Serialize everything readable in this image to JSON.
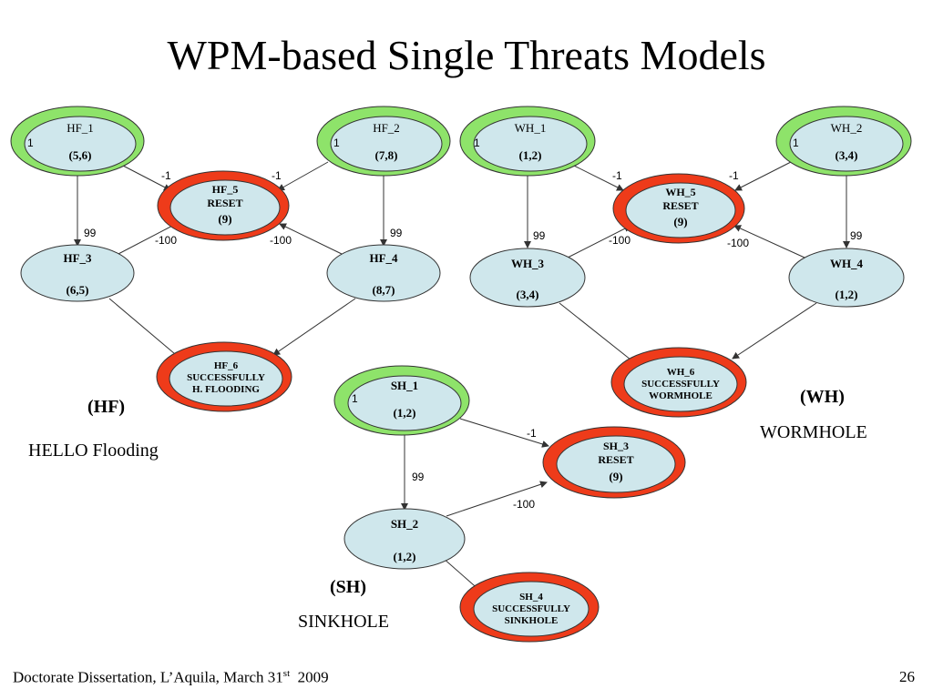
{
  "title": "WPM-based Single Threats Models",
  "colors": {
    "node_fill": "#cfe7ec",
    "init_ring": "#8ee36a",
    "final_ring": "#ee3b1a",
    "stroke": "#333333"
  },
  "hf": {
    "code": "(HF)",
    "name": "HELLO Flooding",
    "nodes": {
      "hf1": {
        "name": "HF_1",
        "marking": "(5,6)",
        "init": "1"
      },
      "hf2": {
        "name": "HF_2",
        "marking": "(7,8)",
        "init": "1"
      },
      "hf3": {
        "name": "HF_3",
        "marking": "(6,5)"
      },
      "hf4": {
        "name": "HF_4",
        "marking": "(8,7)"
      },
      "hf5": {
        "name": "HF_5",
        "sub": "RESET",
        "marking": "(9)"
      },
      "hf6": {
        "name": "HF_6",
        "sub1": "SUCCESSFULLY",
        "sub2": "H. FLOODING"
      }
    },
    "edges": {
      "e1_5": "-1",
      "e2_5": "-1",
      "e1_3": "99",
      "e2_4": "99",
      "e3_5": "-100",
      "e4_5": "-100"
    }
  },
  "wh": {
    "code": "(WH)",
    "name": "WORMHOLE",
    "nodes": {
      "wh1": {
        "name": "WH_1",
        "marking": "(1,2)",
        "init": "1"
      },
      "wh2": {
        "name": "WH_2",
        "marking": "(3,4)",
        "init": "1"
      },
      "wh3": {
        "name": "WH_3",
        "marking": "(3,4)"
      },
      "wh4": {
        "name": "WH_4",
        "marking": "(1,2)"
      },
      "wh5": {
        "name": "WH_5",
        "sub": "RESET",
        "marking": "(9)"
      },
      "wh6": {
        "name": "WH_6",
        "sub1": "SUCCESSFULLY",
        "sub2": "WORMHOLE"
      }
    },
    "edges": {
      "e1_5": "-1",
      "e2_5": "-1",
      "e1_3": "99",
      "e2_4": "99",
      "e3_5": "-100",
      "e4_5": "-100"
    }
  },
  "sh": {
    "code": "(SH)",
    "name": "SINKHOLE",
    "nodes": {
      "sh1": {
        "name": "SH_1",
        "marking": "(1,2)",
        "init": "1"
      },
      "sh2": {
        "name": "SH_2",
        "marking": "(1,2)"
      },
      "sh3": {
        "name": "SH_3",
        "sub": "RESET",
        "marking": "(9)"
      },
      "sh4": {
        "name": "SH_4",
        "sub1": "SUCCESSFULLY",
        "sub2": "SINKHOLE"
      }
    },
    "edges": {
      "e1_3": "-1",
      "e1_2": "99",
      "e2_3": "-100"
    }
  },
  "footer": {
    "text_before": "Doctorate Dissertation, L’Aquila, March 31",
    "superscript": "st",
    "text_after": "  2009",
    "page": "26"
  }
}
